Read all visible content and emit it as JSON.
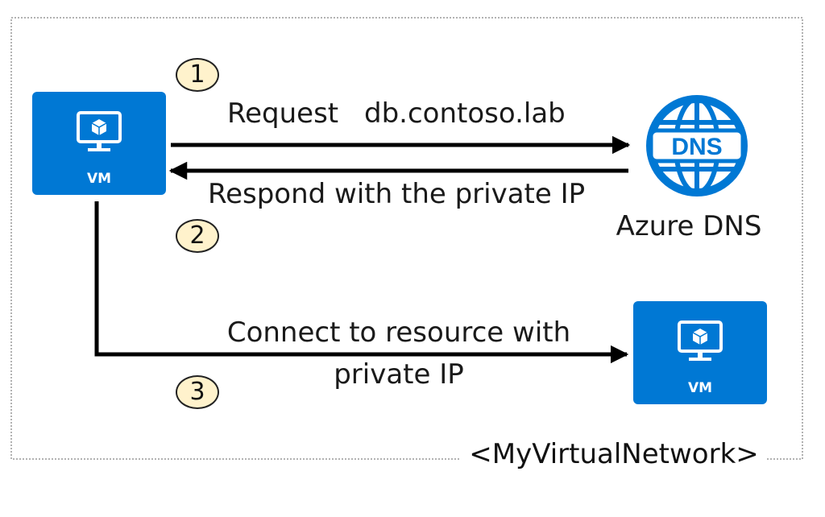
{
  "vnet": {
    "name": "<MyVirtualNetwork>"
  },
  "vm_source": {
    "label": "VM",
    "icon": "vm-monitor-icon"
  },
  "vm_target": {
    "label": "VM",
    "icon": "vm-monitor-icon"
  },
  "dns": {
    "icon_text": "DNS",
    "name": "Azure DNS",
    "icon": "dns-globe-icon"
  },
  "steps": [
    {
      "number": "1",
      "text_a": "Request",
      "text_b": "db.contoso.lab"
    },
    {
      "number": "2",
      "text": "Respond with the private IP"
    },
    {
      "number": "3",
      "text_line1": "Connect to resource with",
      "text_line2": "private IP"
    }
  ],
  "colors": {
    "azure_blue": "#0078d4",
    "step_badge": "#fff2cc",
    "line": "#000000"
  }
}
